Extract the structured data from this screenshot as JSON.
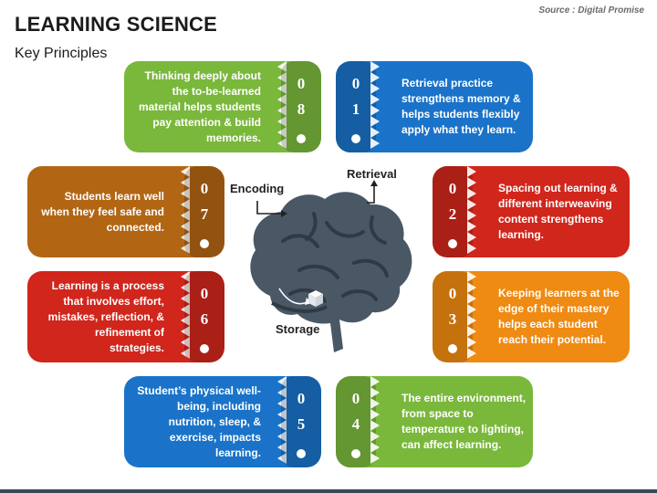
{
  "title": "LEARNING SCIENCE",
  "subtitle": "Key Principles",
  "source": "Source : Digital Promise",
  "brain_labels": {
    "encoding": "Encoding",
    "retrieval": "Retrieval",
    "storage": "Storage"
  },
  "colors": {
    "c01": "#1a73c9",
    "c02": "#d0261c",
    "c03": "#ef8a12",
    "c04": "#7ab83c",
    "c05": "#1a73c9",
    "c06": "#d0261c",
    "c07": "#b26614",
    "c08": "#7ab83c",
    "brain": "#4a5866"
  },
  "principles": [
    {
      "num": "0\n1",
      "text": "Retrieval practice strengthens memory & helps students flexibly apply what they learn."
    },
    {
      "num": "0\n2",
      "text": "Spacing out learning & different interweaving content strengthens learning."
    },
    {
      "num": "0\n3",
      "text": "Keeping learners at the edge of their mastery helps each student reach their potential."
    },
    {
      "num": "0\n4",
      "text": "The entire environment, from space to temperature to lighting, can affect learning."
    },
    {
      "num": "0\n5",
      "text": "Student’s physical well-being, including nutrition, sleep, & exercise, impacts learning."
    },
    {
      "num": "0\n6",
      "text": "Learning is a process that involves effort, mistakes, reflection, & refinement of strategies."
    },
    {
      "num": "0\n7",
      "text": "Students learn well when they feel safe and connected."
    },
    {
      "num": "0\n8",
      "text": "Thinking deeply about the to-be-learned material helps students pay attention & build memories."
    }
  ]
}
